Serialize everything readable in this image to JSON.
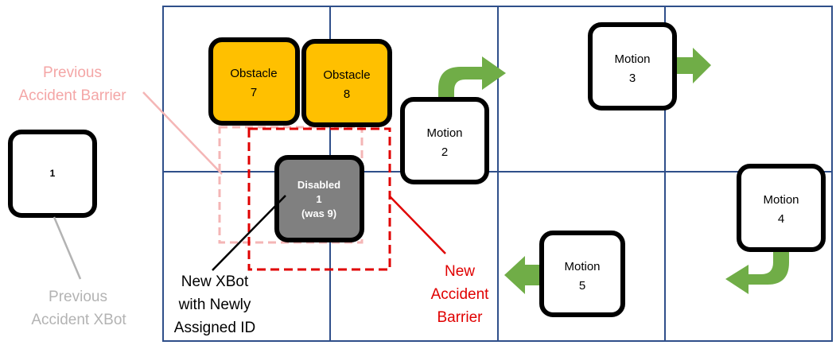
{
  "colors": {
    "grid": "#2F4F8A",
    "obstacle": "#FFC000",
    "disabled": "#808080",
    "arrow": "#70AD47",
    "new_barrier": "#E00000",
    "previous_barrier": "#F4B6B6",
    "previous_label": "#F4A6A6",
    "previous_xbot_label": "#B3B3B3"
  },
  "previous_xbot": {
    "label": "1"
  },
  "obstacles": [
    {
      "line1": "Obstacle",
      "line2": "7"
    },
    {
      "line1": "Obstacle",
      "line2": "8"
    }
  ],
  "disabled_xbot": {
    "line1": "Disabled",
    "line2": "1",
    "line3": "(was 9)"
  },
  "motion_xbots": [
    {
      "line1": "Motion",
      "line2": "2"
    },
    {
      "line1": "Motion",
      "line2": "3"
    },
    {
      "line1": "Motion",
      "line2": "4"
    },
    {
      "line1": "Motion",
      "line2": "5"
    }
  ],
  "labels": {
    "previous_barrier": [
      "Previous",
      "Accident Barrier"
    ],
    "previous_xbot": [
      "Previous",
      "Accident XBot"
    ],
    "new_xbot": [
      "New XBot",
      "with Newly",
      "Assigned ID"
    ],
    "new_barrier": [
      "New",
      "Accident",
      "Barrier"
    ]
  }
}
